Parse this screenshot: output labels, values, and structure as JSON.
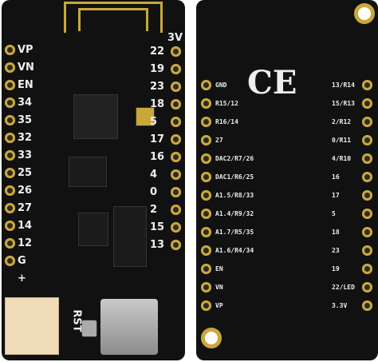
{
  "front": {
    "top_right_label": "3V",
    "left_labels": [
      "VP",
      "VN",
      "EN",
      "34",
      "35",
      "32",
      "33",
      "25",
      "26",
      "27",
      "14",
      "12",
      "G",
      "+"
    ],
    "right_labels": [
      "22",
      "19",
      "23",
      "18",
      "5",
      "17",
      "16",
      "4",
      "0",
      "2",
      "15",
      "13"
    ],
    "button_label": "RST"
  },
  "back": {
    "ce_mark": "CE",
    "left_labels": [
      "GND",
      "R15/12",
      "R16/14",
      "27",
      "DAC2/R7/26",
      "DAC1/R6/25",
      "A1.5/R8/33",
      "A1.4/R9/32",
      "A1.7/R5/35",
      "A1.6/R4/34",
      "EN",
      "VN",
      "VP"
    ],
    "right_labels": [
      "13/R14",
      "15/R13",
      "2/R12",
      "0/R11",
      "4/R10",
      "16",
      "17",
      "5",
      "18",
      "23",
      "19",
      "22/LED",
      "3.3V"
    ]
  },
  "colors": {
    "board": "#111111",
    "pad": "#c9a83a",
    "silkscreen": "#eeeeee"
  }
}
